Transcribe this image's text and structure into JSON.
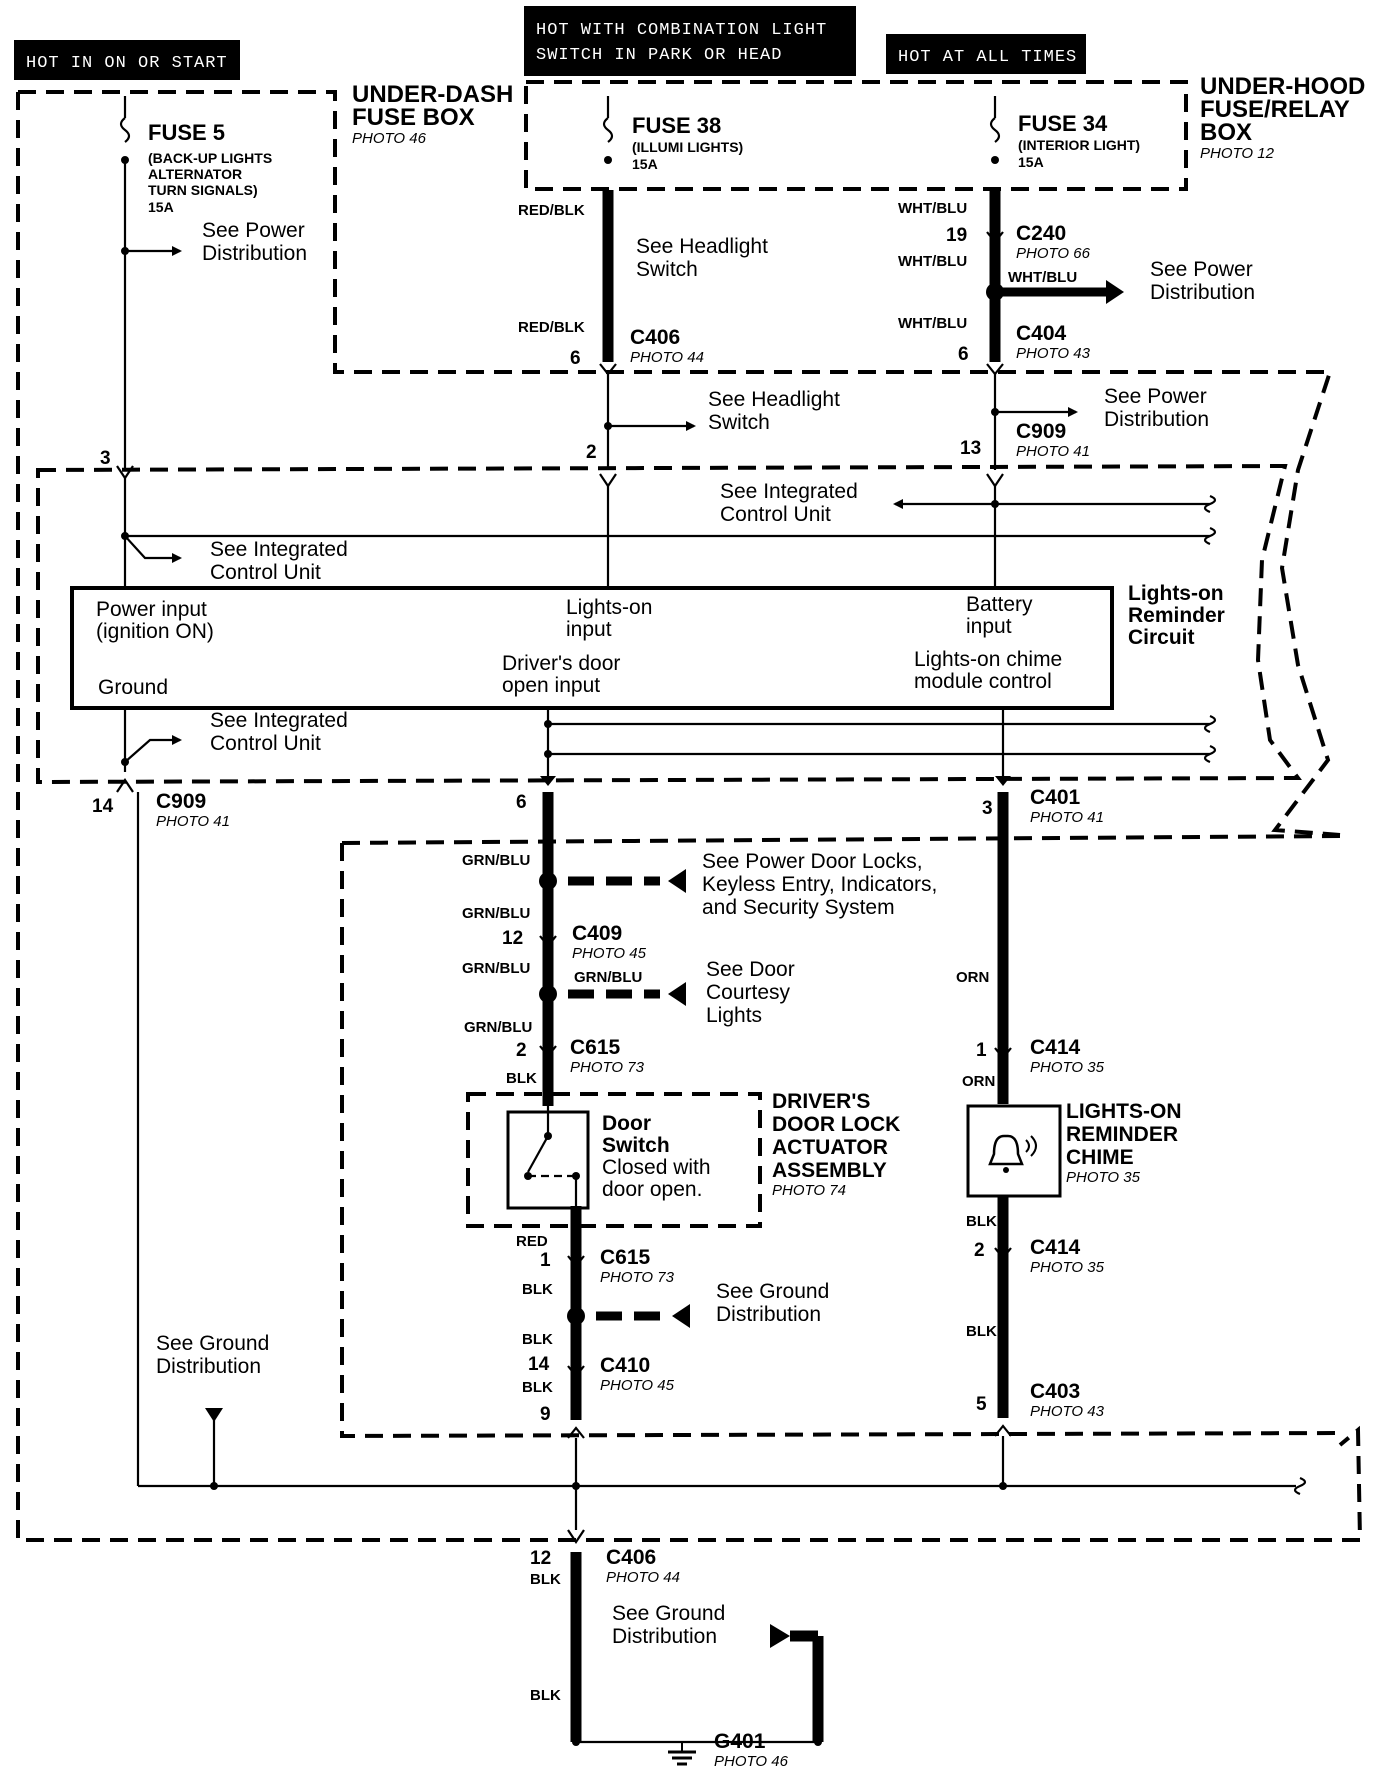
{
  "banners": {
    "hot_in_on": "HOT IN ON OR START",
    "hot_combo_1": "HOT WITH COMBINATION LIGHT",
    "hot_combo_2": "SWITCH IN PARK OR HEAD",
    "hot_all_times": "HOT AT ALL TIMES"
  },
  "boxes": {
    "underdash_1": "UNDER-DASH",
    "underdash_2": "FUSE BOX",
    "underdash_photo": "PHOTO 46",
    "underhood_1": "UNDER-HOOD",
    "underhood_2": "FUSE/RELAY",
    "underhood_3": "BOX",
    "underhood_photo": "PHOTO 12",
    "lights_on_1": "Lights-on",
    "lights_on_2": "Reminder",
    "lights_on_3": "Circuit",
    "ddla_1": "DRIVER'S",
    "ddla_2": "DOOR LOCK",
    "ddla_3": "ACTUATOR",
    "ddla_4": "ASSEMBLY",
    "ddla_photo": "PHOTO 74",
    "chime_1": "LIGHTS-ON",
    "chime_2": "REMINDER",
    "chime_3": "CHIME",
    "chime_photo": "PHOTO 35"
  },
  "fuses": {
    "f5_name": "FUSE 5",
    "f5_d1": "(BACK-UP LIGHTS",
    "f5_d2": "ALTERNATOR",
    "f5_d3": "TURN SIGNALS)",
    "f5_amp": "15A",
    "f38_name": "FUSE 38",
    "f38_d1": "(ILLUMI LIGHTS)",
    "f38_amp": "15A",
    "f34_name": "FUSE 34",
    "f34_d1": "(INTERIOR LIGHT)",
    "f34_amp": "15A"
  },
  "refs": {
    "see_power_1": "See Power",
    "see_power_2": "Distribution",
    "see_headlight_1": "See Headlight",
    "see_headlight_2": "Switch",
    "see_icu_1": "See Integrated",
    "see_icu_2": "Control Unit",
    "see_pdl_1": "See Power Door Locks,",
    "see_pdl_2": "Keyless Entry, Indicators,",
    "see_pdl_3": "and Security System",
    "see_courtesy_1": "See Door",
    "see_courtesy_2": "Courtesy",
    "see_courtesy_3": "Lights",
    "see_ground_1": "See Ground",
    "see_ground_2": "Distribution"
  },
  "module": {
    "power_input_1": "Power input",
    "power_input_2": "(ignition ON)",
    "lights_on_input_1": "Lights-on",
    "lights_on_input_2": "input",
    "battery_input_1": "Battery",
    "battery_input_2": "input",
    "ground": "Ground",
    "door_open_1": "Driver's door",
    "door_open_2": "open input",
    "chime_control_1": "Lights-on chime",
    "chime_control_2": "module control"
  },
  "door_switch": {
    "l1": "Door",
    "l2": "Switch",
    "l3": "Closed with",
    "l4": "door open."
  },
  "wires": {
    "red_blk": "RED/BLK",
    "wht_blu": "WHT/BLU",
    "grn_blu": "GRN/BLU",
    "orn": "ORN",
    "blk": "BLK",
    "red": "RED"
  },
  "connectors": {
    "c240": "C240",
    "c240_photo": "PHOTO 66",
    "c406": "C406",
    "c406_photo": "PHOTO 44",
    "c404": "C404",
    "c404_photo": "PHOTO 43",
    "c909": "C909",
    "c909_photo": "PHOTO 41",
    "c401": "C401",
    "c401_photo": "PHOTO 41",
    "c409": "C409",
    "c409_photo": "PHOTO 45",
    "c615": "C615",
    "c615_photo": "PHOTO 73",
    "c414": "C414",
    "c414_photo": "PHOTO 35",
    "c410": "C410",
    "c410_photo": "PHOTO 45",
    "c403": "C403",
    "c403_photo": "PHOTO 43",
    "g401": "G401",
    "g401_photo": "PHOTO 46"
  },
  "pins": {
    "p19": "19",
    "p6": "6",
    "p3": "3",
    "p2": "2",
    "p13": "13",
    "p14": "14",
    "p12": "12",
    "p1": "1",
    "p9": "9",
    "p5": "5"
  }
}
